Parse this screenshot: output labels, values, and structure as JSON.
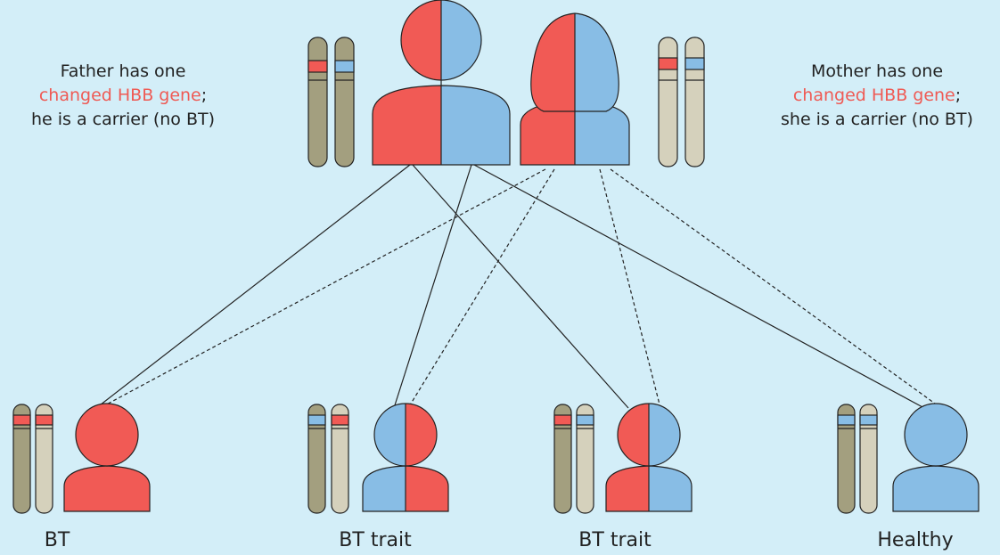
{
  "colors": {
    "background": "#d3eef8",
    "affected": "#f15a55",
    "normal": "#88bde5",
    "chromosome_father": "#a39f7f",
    "chromosome_mother": "#d5d1bc",
    "outline": "#222222"
  },
  "father": {
    "line1": "Father has one",
    "highlight": "changed HBB gene",
    "after_highlight": ";",
    "line3": "he is a carrier (no BT)"
  },
  "mother": {
    "line1": "Mother has one",
    "highlight": "changed HBB gene",
    "after_highlight": ";",
    "line3": "she is a carrier (no BT)"
  },
  "children": [
    {
      "label": "BT",
      "head": [
        "affected",
        "affected"
      ],
      "body": [
        "affected",
        "affected"
      ],
      "bands": [
        "affected",
        "affected"
      ]
    },
    {
      "label": "BT trait",
      "head": [
        "normal",
        "affected"
      ],
      "body": [
        "normal",
        "affected"
      ],
      "bands": [
        "normal",
        "affected"
      ]
    },
    {
      "label": "BT trait",
      "head": [
        "affected",
        "normal"
      ],
      "body": [
        "affected",
        "normal"
      ],
      "bands": [
        "affected",
        "normal"
      ]
    },
    {
      "label": "Healthy",
      "head": [
        "normal",
        "normal"
      ],
      "body": [
        "normal",
        "normal"
      ],
      "bands": [
        "normal",
        "normal"
      ]
    }
  ]
}
